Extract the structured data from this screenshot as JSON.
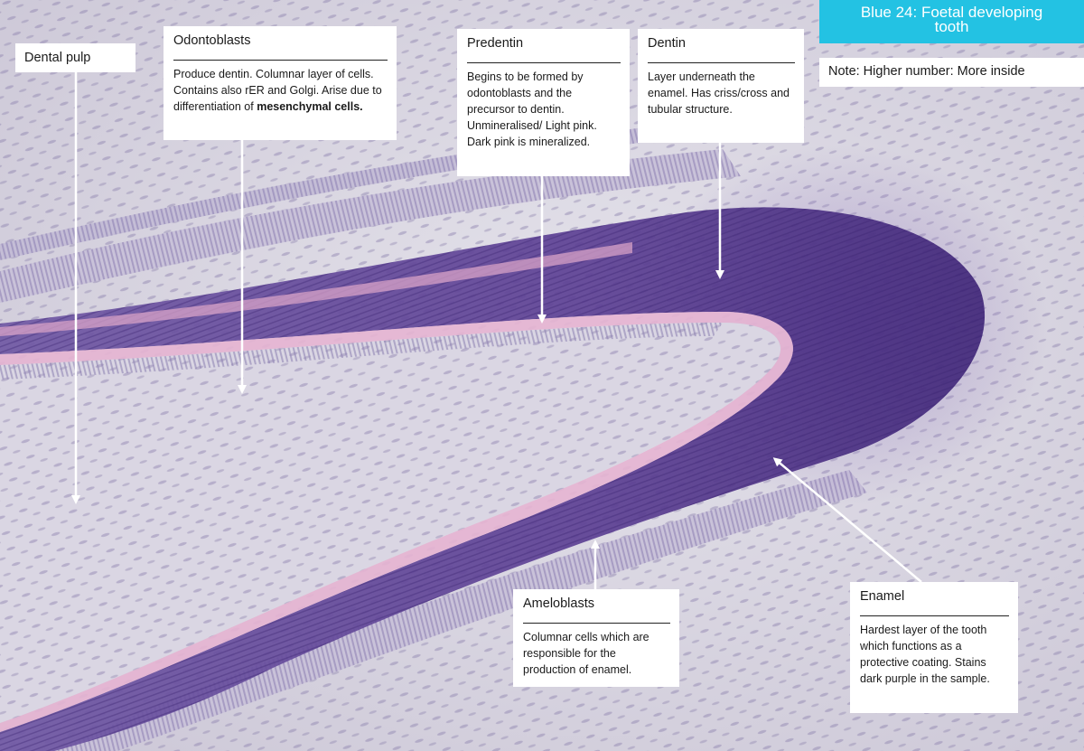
{
  "header": {
    "line1": "Blue 24: Foetal developing",
    "line2": "tooth"
  },
  "note": "Note: Higher number: More inside",
  "labels": {
    "dental_pulp": {
      "title": "Dental pulp"
    },
    "odontoblasts": {
      "title": "Odontoblasts",
      "desc": "Produce dentin. Columnar layer of cells. Contains also rER and Golgi. Arise due to differentiation of ",
      "desc_bold": "mesenchymal cells."
    },
    "predentin": {
      "title": "Predentin",
      "desc": "Begins to be formed by odontoblasts and the precursor to dentin. Unmineralised/ Light pink. Dark pink is mineralized."
    },
    "dentin": {
      "title": "Dentin",
      "desc": "Layer underneath the enamel. Has criss/cross and tubular structure."
    },
    "ameloblasts": {
      "title": "Ameloblasts",
      "desc": "Columnar cells which are responsible for the production of enamel."
    },
    "enamel": {
      "title": "Enamel",
      "desc": "Hardest layer of the tooth which functions as a protective coating. Stains dark purple in the sample."
    }
  },
  "colors": {
    "header_bg": "#23c2e3",
    "enamel_purple": "#5a3a8c",
    "predentin_pink": "#e6b4d2",
    "tissue_bg": "#d4d0dd"
  }
}
